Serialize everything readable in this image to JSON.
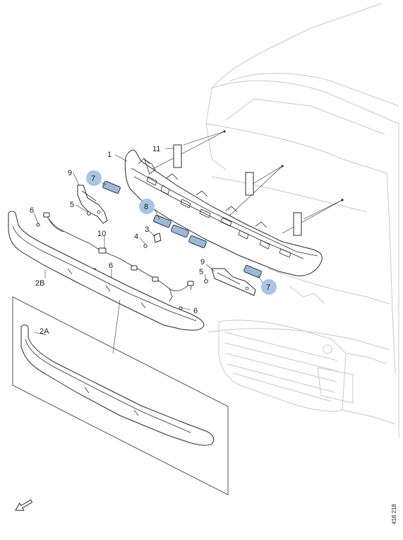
{
  "callouts": {
    "c1": "1",
    "c2A": "2A",
    "c2B": "2B",
    "c3": "3",
    "c4": "4",
    "c5a": "5",
    "c5b": "5",
    "c6a": "6",
    "c6b": "6",
    "c6c": "6",
    "c7a": "7",
    "c7b": "7",
    "c8": "8",
    "c9a": "9",
    "c9b": "9",
    "c10": "10",
    "c11": "11"
  },
  "reference_number": "418 218",
  "colors": {
    "highlight_fill": "#a9c3e3",
    "highlight_part": "#9fb8d6",
    "line": "#2a2a2a",
    "cab_outline": "#c8c8c8"
  },
  "icons": {
    "direction_arrow": "arrow-down-left-icon"
  }
}
